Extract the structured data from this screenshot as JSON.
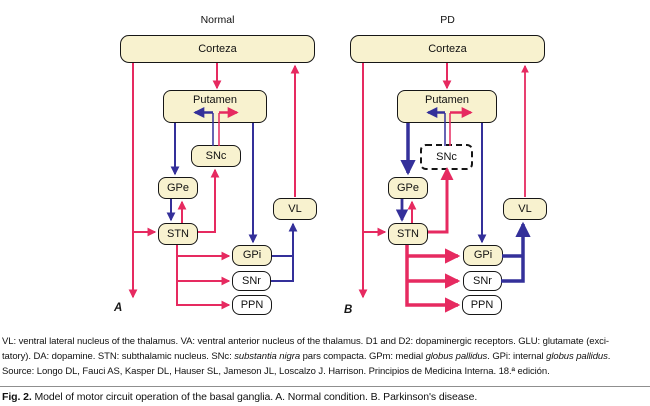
{
  "colors": {
    "excitatory": "#e62a60",
    "inhibitory": "#34309a",
    "node_fill": "#f8f2cf",
    "node_border": "#161616",
    "rule": "#8f8f8f"
  },
  "panels": [
    {
      "title": "Normal",
      "panel_label": "A",
      "nodes": {
        "corteza": "Corteza",
        "putamen": "Putamen",
        "snc": "SNc",
        "gpe": "GPe",
        "stn": "STN",
        "vl": "VL",
        "gpi": "GPi",
        "snr": "SNr",
        "ppn": "PPN"
      }
    },
    {
      "title": "PD",
      "panel_label": "B",
      "nodes": {
        "corteza": "Corteza",
        "putamen": "Putamen",
        "snc": "SNc",
        "gpe": "GPe",
        "stn": "STN",
        "vl": "VL",
        "gpi": "GPi",
        "snr": "SNr",
        "ppn": "PPN"
      }
    }
  ],
  "legend": {
    "line1": "VL: ventral lateral nucleus of the thalamus. VA: ventral anterior nucleus of the thalamus. D1 and D2: dopaminergic receptors. GLU: glutamate (exci-",
    "line2_parts": [
      "tatory). DA: dopamine. STN: subthalamic nucleus. SNc: ",
      "substantia nigra",
      " pars compacta. GPm: medial ",
      "globus pallidus",
      ". GPi: internal ",
      "globus pallidus",
      "."
    ],
    "line3": "Source: Longo DL, Fauci AS, Kasper DL, Hauser SL, Jameson JL, Loscalzo J. Harrison. Principios de Medicina Interna. 18.ª edición."
  },
  "figure": {
    "label": "Fig. 2.",
    "text": " Model of motor circuit operation of the basal ganglia. A. Normal condition. B. Parkinson's disease."
  }
}
